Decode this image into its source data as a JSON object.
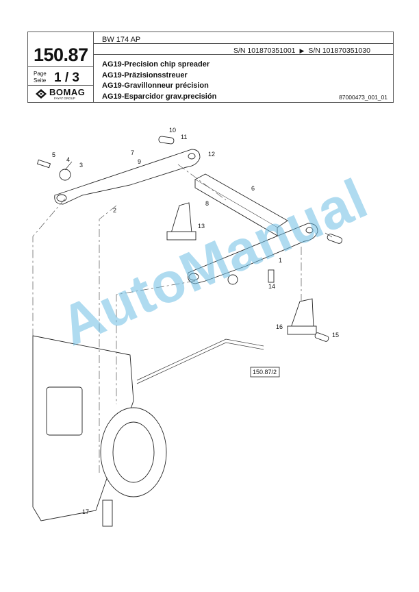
{
  "header": {
    "model": "BW 174 AP",
    "serial_from": "S/N 101870351001",
    "serial_to": "S/N 101870351030",
    "page_number": "150.87",
    "page_label_en": "Page",
    "page_label_de": "Seite",
    "page_of": "1 / 3",
    "brand": "BOMAG",
    "brand_sub": "FAYAT GROUP",
    "titles": [
      "AG19-Precision chip spreader",
      "AG19-Präzisionsstreuer",
      "AG19-Gravillonneur précision",
      "AG19-Esparcidor grav.precisión"
    ],
    "doc_ref": "87000473_001_01"
  },
  "drawing": {
    "callouts": [
      "1",
      "2",
      "3",
      "4",
      "5",
      "6",
      "7",
      "8",
      "9",
      "10",
      "11",
      "12",
      "13",
      "14",
      "15",
      "16",
      "17"
    ],
    "reference_box": "150.87/2"
  },
  "watermark": "AutoManual"
}
